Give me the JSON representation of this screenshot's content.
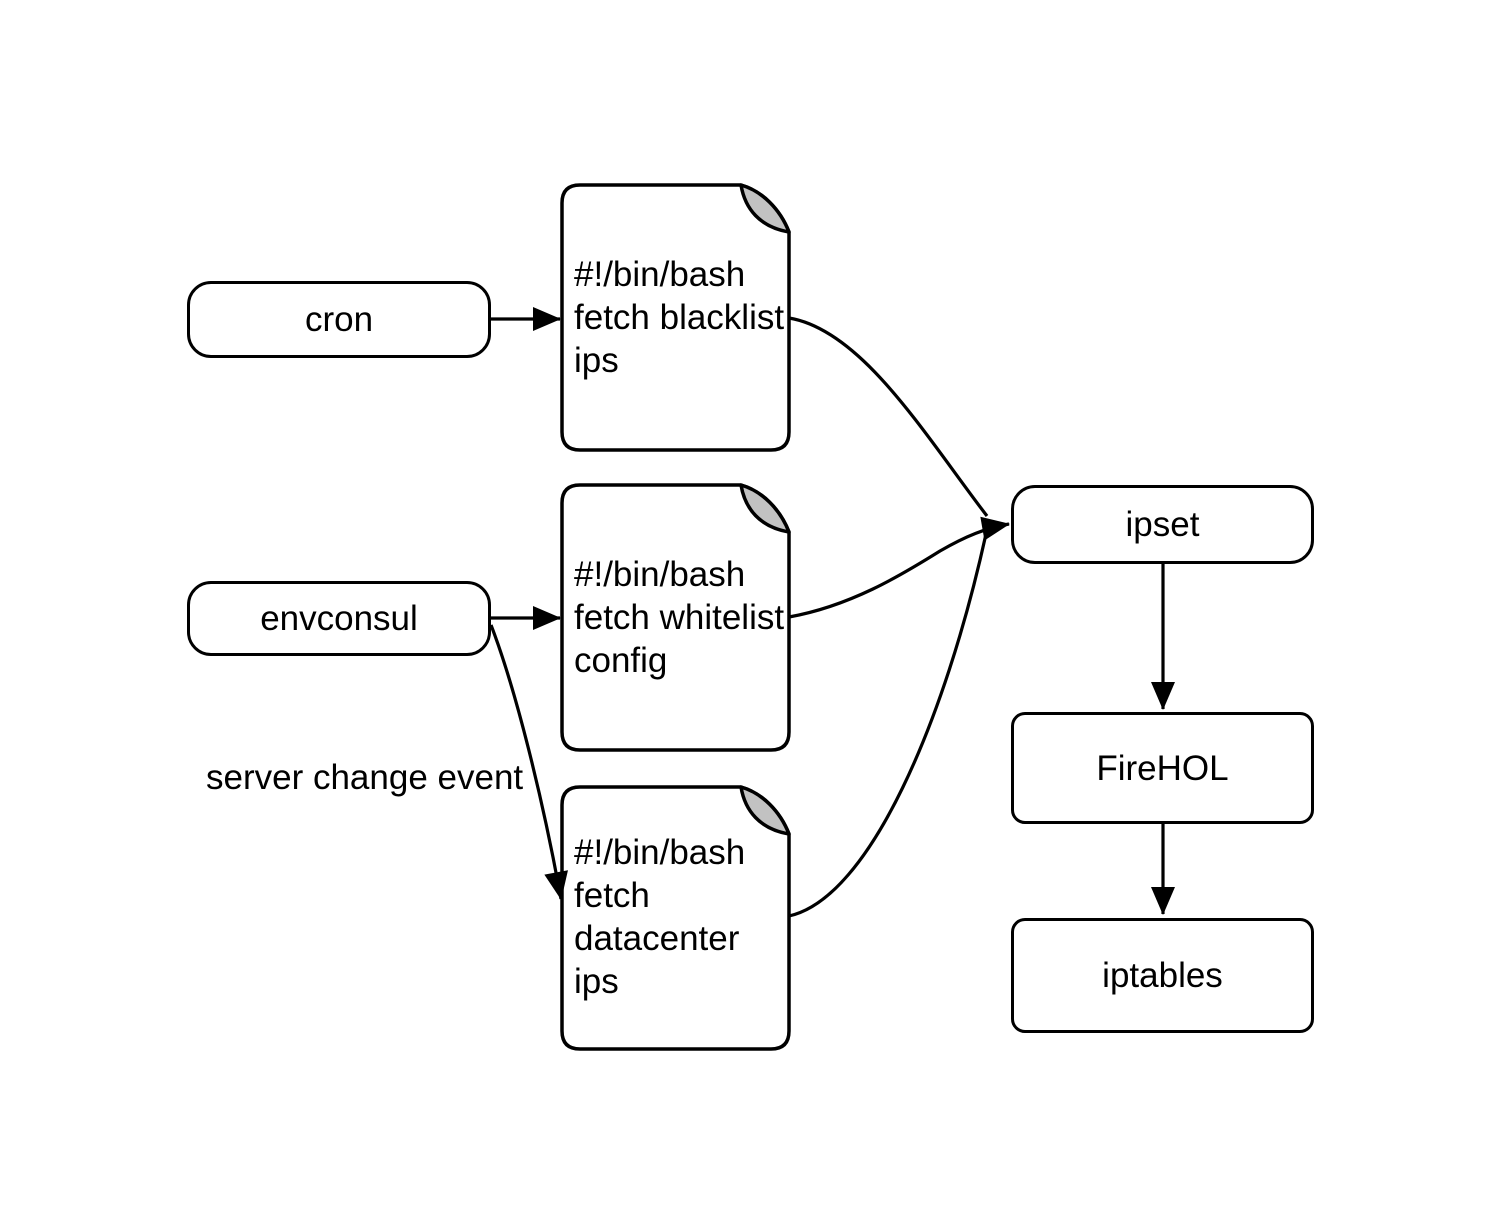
{
  "diagram": {
    "colors": {
      "stroke": "#000000",
      "shape_fill": "#ffffff",
      "fold_fill": "#c2c2c2"
    },
    "nodes": {
      "cron": {
        "label": "cron"
      },
      "envconsul": {
        "label": "envconsul"
      },
      "ipset": {
        "label": "ipset"
      },
      "firehol": {
        "label": "FireHOL"
      },
      "iptables": {
        "label": "iptables"
      }
    },
    "documents": {
      "blacklist": {
        "lines": [
          "#!/bin/bash",
          "fetch blacklist",
          "ips"
        ]
      },
      "whitelist": {
        "lines": [
          "#!/bin/bash",
          "fetch whitelist",
          "config"
        ]
      },
      "datacenter": {
        "lines": [
          "#!/bin/bash",
          "fetch",
          "datacenter",
          "ips"
        ]
      }
    },
    "edge_labels": {
      "envconsul_to_datacenter": "server change event"
    },
    "edges": [
      {
        "from": "cron",
        "to": "blacklist-script"
      },
      {
        "from": "envconsul",
        "to": "whitelist-script"
      },
      {
        "from": "envconsul",
        "to": "datacenter-script",
        "label": "server change event"
      },
      {
        "from": "blacklist-script",
        "to": "ipset"
      },
      {
        "from": "whitelist-script",
        "to": "ipset"
      },
      {
        "from": "datacenter-script",
        "to": "ipset"
      },
      {
        "from": "ipset",
        "to": "FireHOL"
      },
      {
        "from": "FireHOL",
        "to": "iptables"
      }
    ]
  }
}
